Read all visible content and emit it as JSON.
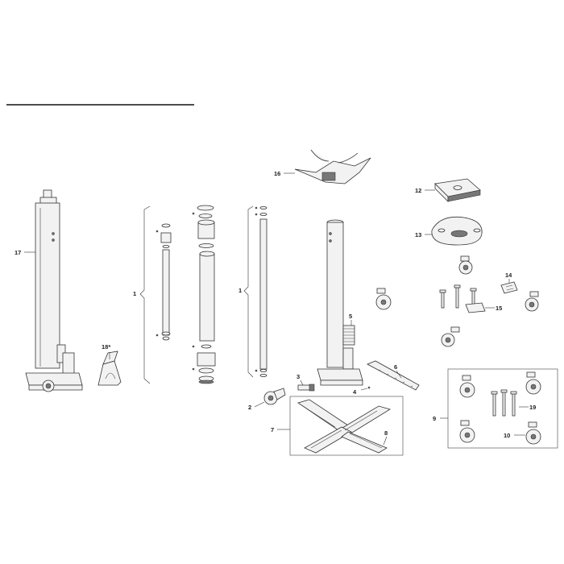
{
  "callouts": {
    "c1a": "1",
    "c1b": "1",
    "c2": "2",
    "c3": "3",
    "c4": "4",
    "c5": "5",
    "c6": "6",
    "c7": "7",
    "c8": "8",
    "c9": "9",
    "c10": "10",
    "c12": "12",
    "c13": "13",
    "c14": "14",
    "c15": "15",
    "c16": "16",
    "c17": "17",
    "c18": "18*",
    "c19": "19"
  },
  "colors": {
    "line": "#333333",
    "fill": "#f2f2f2",
    "shade": "#777777"
  }
}
